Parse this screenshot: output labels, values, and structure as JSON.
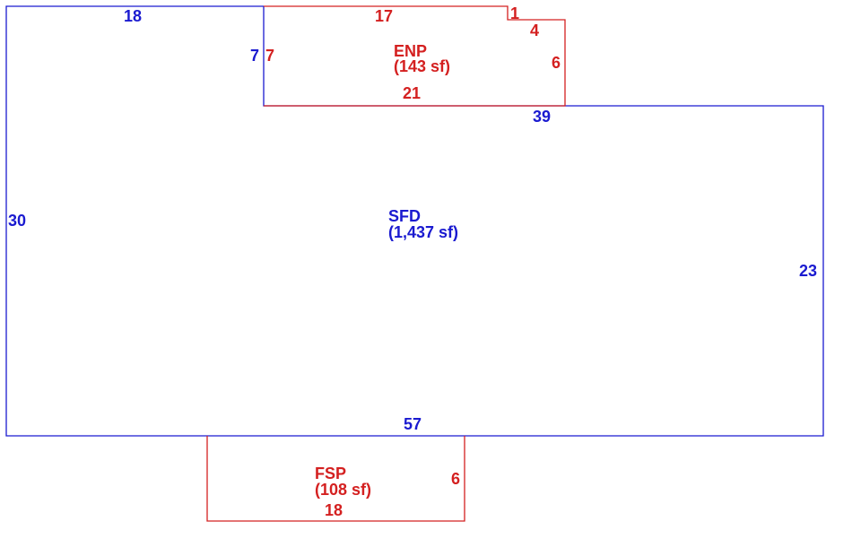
{
  "colors": {
    "sfd": "#1a1ad0",
    "addition": "#d42020"
  },
  "sfd": {
    "name": "SFD",
    "area": "(1,437 sf)",
    "dims": {
      "top": "18",
      "left": "30",
      "notch": "7",
      "middle_top": "39",
      "right": "23",
      "bottom": "57"
    }
  },
  "enp": {
    "name": "ENP",
    "area": "(143 sf)",
    "dims": {
      "top": "17",
      "step": "1",
      "step_width": "4",
      "right": "6",
      "bottom": "21",
      "left": "7"
    }
  },
  "fsp": {
    "name": "FSP",
    "area": "(108 sf)",
    "dims": {
      "right": "6",
      "bottom": "18"
    }
  }
}
